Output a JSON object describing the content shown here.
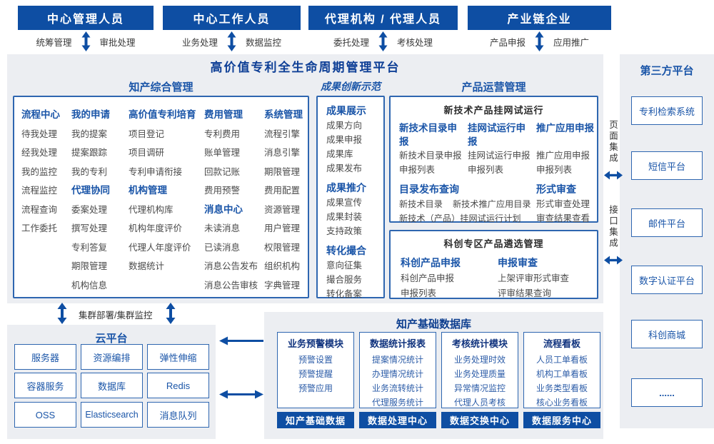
{
  "actors": [
    {
      "title": "中心管理人员",
      "left": "统筹管理",
      "right": "审批处理"
    },
    {
      "title": "中心工作人员",
      "left": "业务处理",
      "right": "数据监控"
    },
    {
      "title": "代理机构 / 代理人员",
      "left": "委托处理",
      "right": "考核处理"
    },
    {
      "title": "产业链企业",
      "left": "产品申报",
      "right": "应用推广"
    }
  ],
  "platform_title": "高价值专利全生命周期管理平台",
  "ip_mgmt": {
    "title": "知产综合管理",
    "col1": [
      {
        "header": "流程中心",
        "items": [
          "待我处理",
          "经我处理",
          "我的监控",
          "流程监控",
          "流程查询",
          "工作委托"
        ]
      }
    ],
    "col2": [
      {
        "header": "我的申请",
        "items": [
          "我的提案",
          "提案跟踪",
          "我的专利"
        ]
      },
      {
        "header": "代理协同",
        "items": [
          "委案处理",
          "撰写处理",
          "专利答复",
          "期限管理",
          "机构信息"
        ]
      }
    ],
    "col3": [
      {
        "header": "高价值专利培育",
        "items": [
          "项目登记",
          "项目调研",
          "专利申请衔接"
        ]
      },
      {
        "header": "机构管理",
        "items": [
          "代理机构库",
          "机构年度评价",
          "代理人年度评价",
          "数据统计"
        ]
      }
    ],
    "col4": [
      {
        "header": "费用管理",
        "items": [
          "专利费用",
          "账单管理",
          "回款记账",
          "费用预警"
        ]
      },
      {
        "header": "消息中心",
        "items": [
          "未读消息",
          "已读消息",
          "消息公告发布",
          "消息公告审核"
        ]
      }
    ],
    "col5": [
      {
        "header": "系统管理",
        "items": [
          "流程引擎",
          "消息引擎",
          "期限管理",
          "费用配置",
          "资源管理",
          "用户管理",
          "权限管理",
          "组织机构",
          "字典管理"
        ]
      }
    ]
  },
  "achievement": {
    "title": "成果创新示范",
    "groups": [
      {
        "header": "成果展示",
        "items": [
          "成果方向",
          "成果申报",
          "成果库",
          "成果发布"
        ]
      },
      {
        "header": "成果推介",
        "items": [
          "成果宣传",
          "成果封装",
          "支持政策"
        ]
      },
      {
        "header": "转化撮合",
        "items": [
          "意向征集",
          "撮合服务",
          "转化备案"
        ]
      }
    ]
  },
  "product_ops": {
    "title": "产品运营管理",
    "box1": {
      "title": "新技术产品挂网试运行",
      "groups": [
        {
          "header": "新技术目录申报",
          "items": [
            "新技术目录申报",
            "申报列表"
          ]
        },
        {
          "header": "挂网试运行申报",
          "items": [
            "挂网试运行申报",
            "申报列表"
          ]
        },
        {
          "header": "推广应用申报",
          "items": [
            "推广应用申报",
            "申报列表"
          ]
        }
      ],
      "catalog": {
        "header": "目录发布查询",
        "row1": [
          "新技术目录",
          "新技术推广应用目录"
        ],
        "row2": "新技术（产品）挂网试运行计划"
      },
      "review": {
        "header": "形式审查",
        "items": [
          "形式审查处理",
          "审查结果查看"
        ]
      }
    },
    "box2": {
      "title": "科创专区产品遴选管理",
      "groups": [
        {
          "header": "科创产品申报",
          "items": [
            "科创产品申报",
            "申报列表"
          ]
        },
        {
          "header": "申报审查",
          "items": [
            "上架评审形式审查",
            "评审结果查询"
          ]
        }
      ]
    }
  },
  "third_party": {
    "title": "第三方平台",
    "platforms": [
      "专利检索系统",
      "短信平台",
      "邮件平台",
      "数字认证平台",
      "科创商城",
      "......"
    ]
  },
  "integration": {
    "page": "页面集成",
    "api": "接口集成"
  },
  "cluster_label": "集群部署/集群监控",
  "cloud": {
    "title": "云平台",
    "services": [
      "服务器",
      "资源编排",
      "弹性伸缩",
      "容器服务",
      "数据库",
      "Redis",
      "OSS",
      "Elasticsearch",
      "消息队列"
    ]
  },
  "base_db": {
    "title": "知产基础数据库",
    "modules": [
      {
        "header": "业务预警模块",
        "items": [
          "预警设置",
          "预警提醒",
          "预警应用"
        ],
        "bar": "知产基础数据"
      },
      {
        "header": "数据统计报表",
        "items": [
          "提案情况统计",
          "办理情况统计",
          "业务流转统计",
          "代理服务统计"
        ],
        "bar": "数据处理中心"
      },
      {
        "header": "考核统计模块",
        "items": [
          "业务处理时效",
          "业务处理质量",
          "异常情况监控",
          "代理人员考核"
        ],
        "bar": "数据交换中心"
      },
      {
        "header": "流程看板",
        "items": [
          "人员工单看板",
          "机构工单看板",
          "业务类型看板",
          "核心业务看板"
        ],
        "bar": "数据服务中心"
      }
    ]
  },
  "colors": {
    "primary_blue": "#0e4ea3",
    "panel_bg": "#eceef2",
    "box_border": "#2e66b0",
    "header_text": "#1a55a8",
    "navy_title": "#0e3f96",
    "item_gray": "#4a4a4a",
    "db_item_blue": "#2d5da8"
  }
}
